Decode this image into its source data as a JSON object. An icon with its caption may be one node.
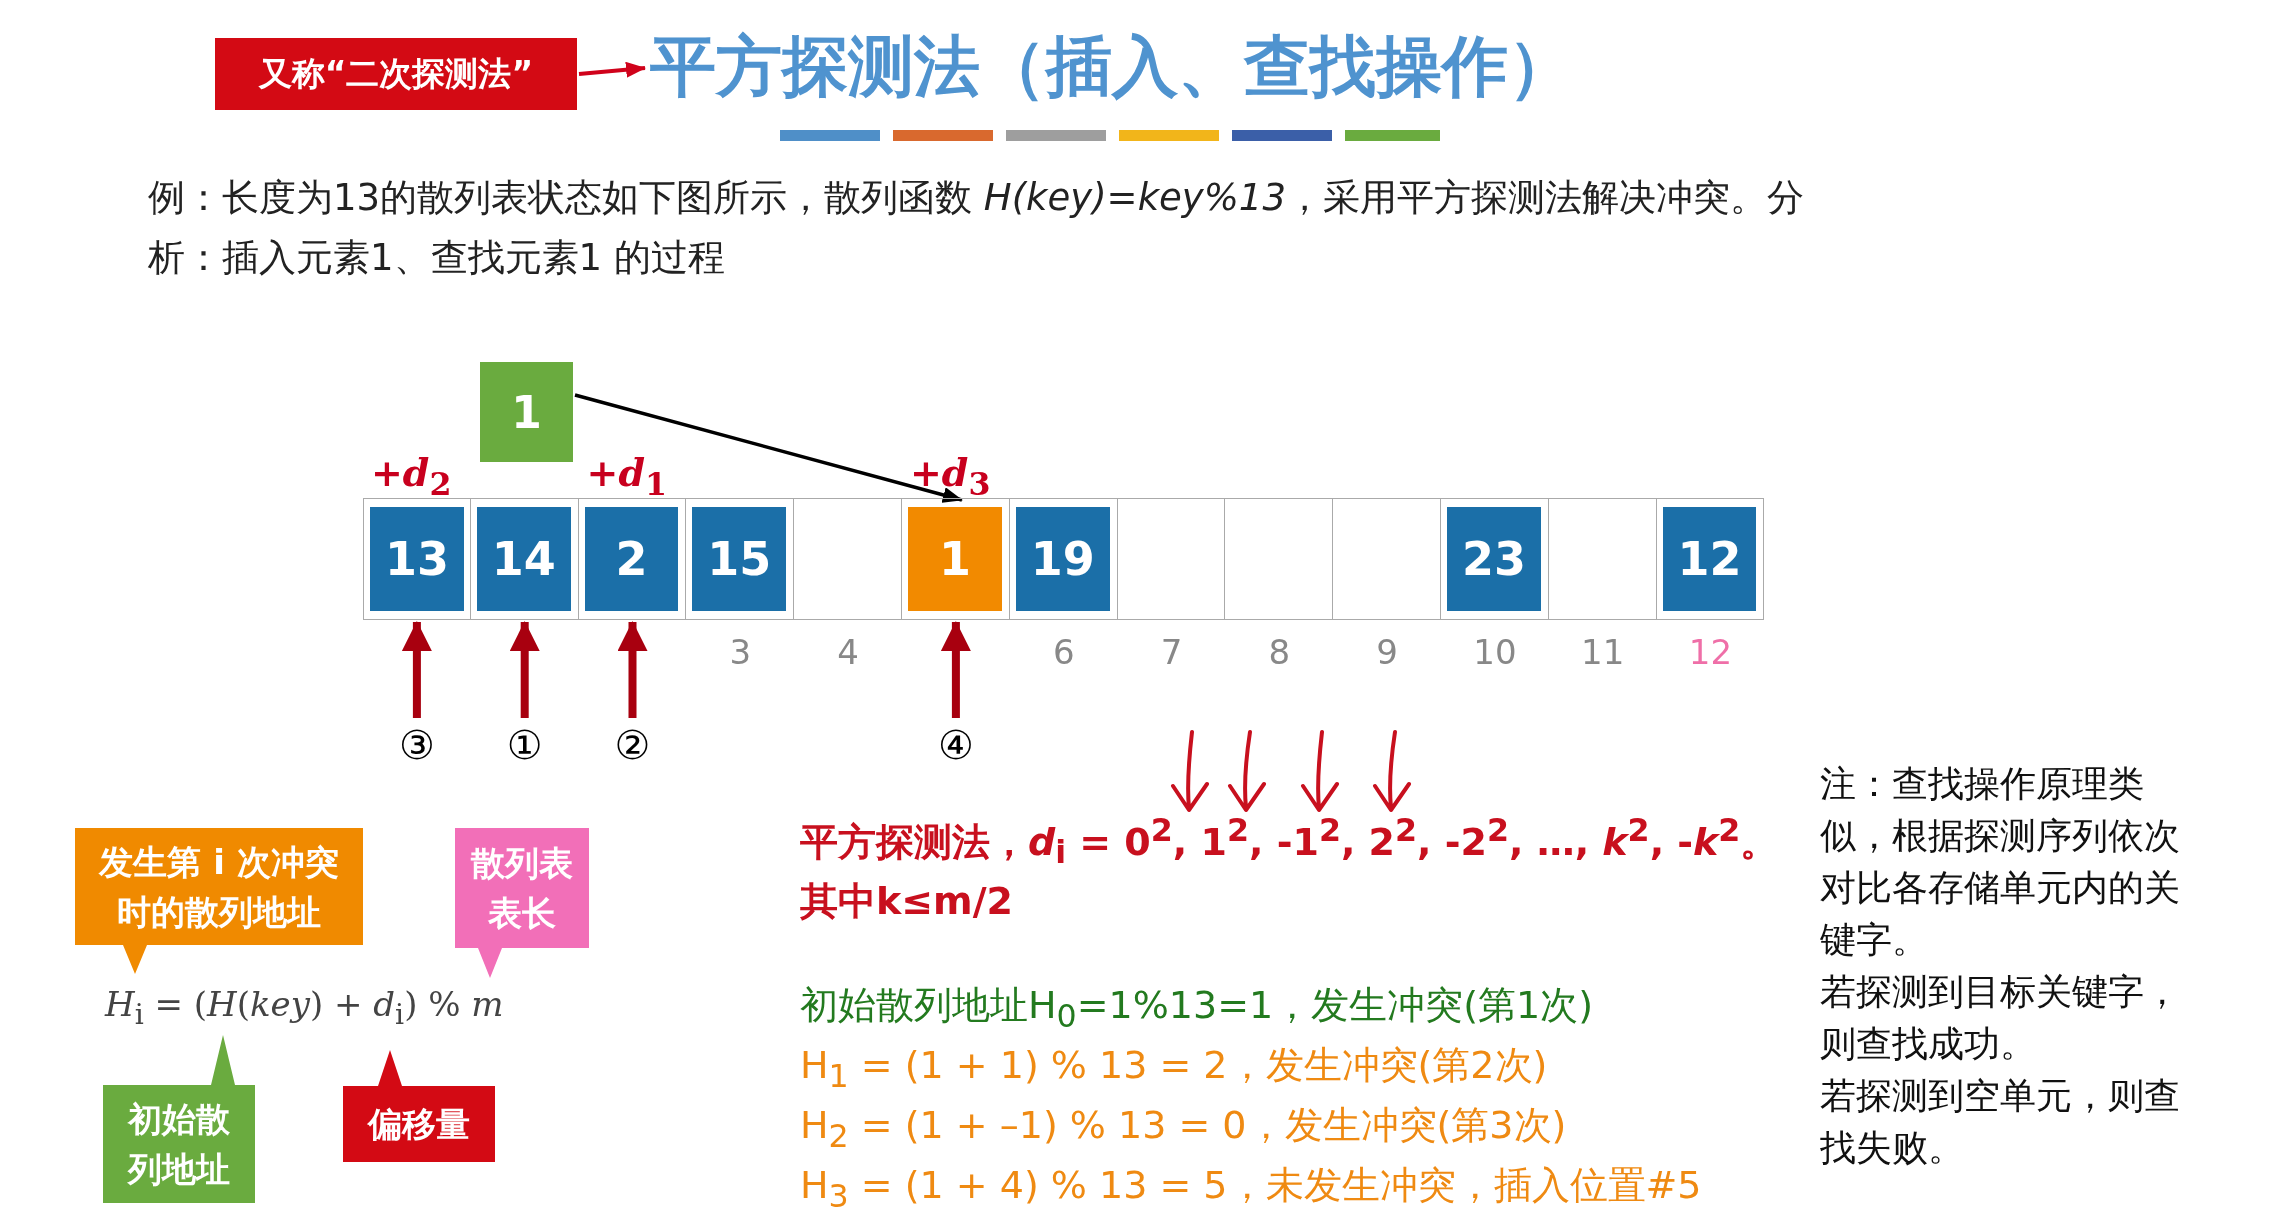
{
  "diagram": {
    "title": "平方探测法（插入、查找操作）",
    "nodes": [
      {
        "text": [
          "又称“二次探测法”"
        ]
      },
      {
        "text": [
          "1"
        ]
      },
      {
        "text": [
          "13"
        ],
        "beside": [
          "+*d*$_{2}$"
        ]
      },
      {
        "text": [
          "14"
        ]
      },
      {
        "text": [
          "2"
        ],
        "beside": [
          "+*d*$_{1}$"
        ]
      },
      {
        "text": [
          "15"
        ],
        "beside": [
          "3"
        ]
      },
      {
        "text": [],
        "shape": "box",
        "beside": [
          "4"
        ]
      },
      {
        "text": [
          "1"
        ],
        "beside": [
          "+*d*$_{3}$"
        ]
      },
      {
        "text": [
          "19"
        ],
        "beside": [
          "6"
        ]
      },
      {
        "text": [],
        "shape": "box",
        "beside": [
          "7"
        ]
      },
      {
        "text": [],
        "shape": "box",
        "beside": [
          "8"
        ]
      },
      {
        "text": [],
        "shape": "box",
        "beside": [
          "9"
        ]
      },
      {
        "text": [
          "23"
        ],
        "beside": [
          "10"
        ]
      },
      {
        "text": [],
        "shape": "box",
        "beside": [
          "11"
        ]
      },
      {
        "text": [
          "12"
        ],
        "beside": [
          "12"
        ]
      },
      {
        "text": [
          "③"
        ]
      },
      {
        "text": [
          "①"
        ]
      },
      {
        "text": [
          "②"
        ]
      },
      {
        "text": [
          "④"
        ]
      },
      {
        "text": [
          "发生第 i 次冲突时的散列地址"
        ]
      },
      {
        "text": [
          "散列表表长"
        ]
      },
      {
        "text": [
          "初始散列地址"
        ]
      },
      {
        "text": [
          "偏移量"
        ]
      }
    ],
    "edges": [
      {
        "from": 0,
        "to": null,
        "arrow": "to",
        "color": "#d0021b"
      },
      {
        "from": 1,
        "to": 7,
        "arrow": "to",
        "color": "#000000"
      },
      {
        "from": 15,
        "to": 2,
        "arrow": "to"
      },
      {
        "from": 16,
        "to": 3,
        "arrow": "to"
      },
      {
        "from": 17,
        "to": 4,
        "arrow": "to"
      },
      {
        "from": 18,
        "to": 7,
        "arrow": "to"
      }
    ],
    "labels": [
      "例：长度为13的散列表状态如下图所示，散列函数 *H(key)=key%13*，采用平方探测法解决冲突。分析：插入元素1、查找元素1 的过程",
      "*H*$_{i}$ = (*H*(*key*) + *d*$_{i}$) % *m*",
      "平方探测法，*d*$_{i}$ = 0$^{2}$, 1$^{2}$, -1$^{2}$, 2$^{2}$, -2$^{2}$, …, *k*$^{2}$, -*k*$^{2}$。",
      "其中k≤m/2",
      "初始散列地址H$_{0}$=1%13=1，发生冲突(第1次)",
      "H$_{1}$ = (1 + 1) % 13 = 2，发生冲突(第2次)",
      "H$_{2}$ = (1 + –1) % 13 = 0，发生冲突(第3次)",
      "H$_{3}$ = (1 + 4) % 13 = 5，未发生冲突，插入位置#5",
      "注：查找操作原理类似，根据探测序列依次对比各存储单元内的关键字。",
      "若探测到目标关键字，则查找成功。",
      "若探测到空单元，则查找失败。"
    ]
  }
}
